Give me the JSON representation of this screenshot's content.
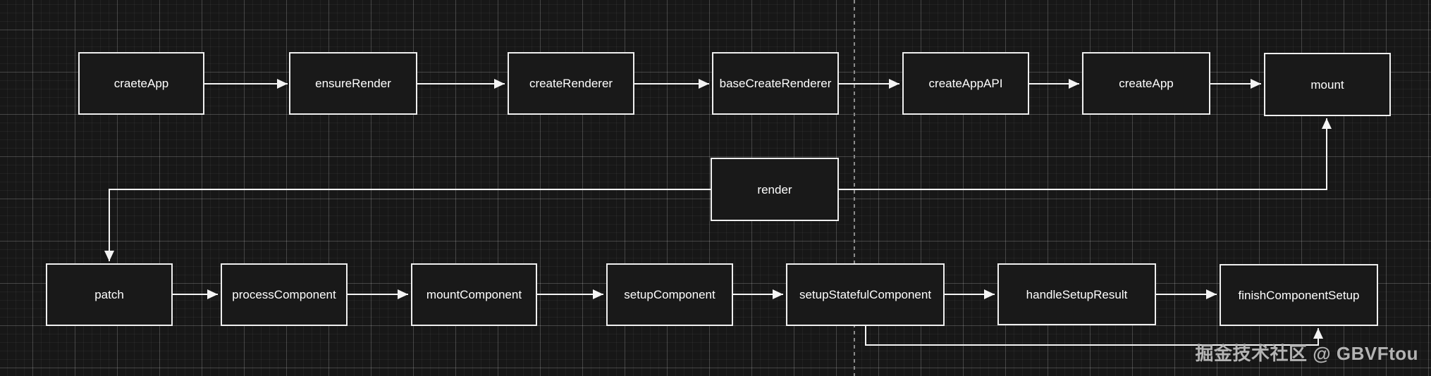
{
  "diagram": {
    "type": "flowchart",
    "theme": {
      "background": "#171717",
      "node_fill": "#191919",
      "node_border": "#efefef",
      "node_text": "#ffffff",
      "edge_color": "#f5f5f5",
      "divider_color": "#8a8a8a",
      "watermark_color": "#b3b3b3"
    },
    "nodes": {
      "top": [
        {
          "id": "craeteApp",
          "label": "craeteApp"
        },
        {
          "id": "ensureRender",
          "label": "ensureRender"
        },
        {
          "id": "createRenderer",
          "label": "createRenderer"
        },
        {
          "id": "baseCreateRenderer",
          "label": "baseCreateRenderer"
        },
        {
          "id": "createAppAPI",
          "label": "createAppAPI"
        },
        {
          "id": "createApp",
          "label": "createApp"
        },
        {
          "id": "mount",
          "label": "mount"
        }
      ],
      "middle": [
        {
          "id": "render",
          "label": "render"
        }
      ],
      "bottom": [
        {
          "id": "patch",
          "label": "patch"
        },
        {
          "id": "processComponent",
          "label": "processComponent"
        },
        {
          "id": "mountComponent",
          "label": "mountComponent"
        },
        {
          "id": "setupComponent",
          "label": "setupComponent"
        },
        {
          "id": "setupStatefulComponent",
          "label": "setupStatefulComponent"
        },
        {
          "id": "handleSetupResult",
          "label": "handleSetupResult"
        },
        {
          "id": "finishComponentSetup",
          "label": "finishComponentSetup"
        }
      ]
    },
    "edges": [
      {
        "from": "craeteApp",
        "to": "ensureRender"
      },
      {
        "from": "ensureRender",
        "to": "createRenderer"
      },
      {
        "from": "createRenderer",
        "to": "baseCreateRenderer"
      },
      {
        "from": "baseCreateRenderer",
        "to": "createAppAPI"
      },
      {
        "from": "createAppAPI",
        "to": "createApp"
      },
      {
        "from": "createApp",
        "to": "mount"
      },
      {
        "from": "render",
        "to": "mount"
      },
      {
        "from": "render",
        "to": "patch"
      },
      {
        "from": "patch",
        "to": "processComponent"
      },
      {
        "from": "processComponent",
        "to": "mountComponent"
      },
      {
        "from": "mountComponent",
        "to": "setupComponent"
      },
      {
        "from": "setupComponent",
        "to": "setupStatefulComponent"
      },
      {
        "from": "setupStatefulComponent",
        "to": "handleSetupResult"
      },
      {
        "from": "handleSetupResult",
        "to": "finishComponentSetup"
      },
      {
        "from": "setupStatefulComponent",
        "to": "finishComponentSetup"
      }
    ],
    "watermark": "掘金技术社区 @ GBVFtou"
  }
}
